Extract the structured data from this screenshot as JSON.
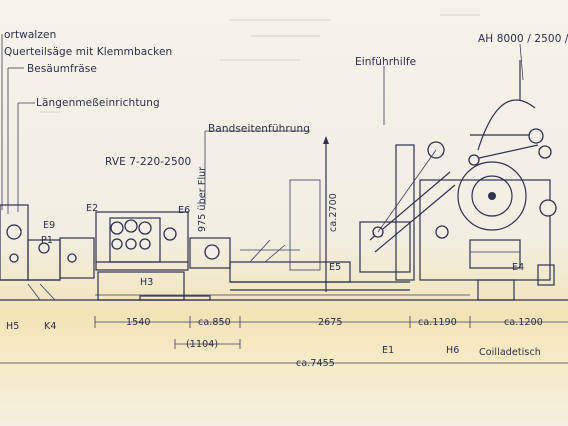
{
  "labels": {
    "l1": "ortwalzen",
    "l2": "Querteilsäge mit Klemmbacken",
    "l3": "Besäumfräse",
    "l4": "Längenmeßeinrichtung",
    "l5": "Bandseitenführung",
    "l6": "RVE 7-220-2500",
    "l7": "Einführhilfe",
    "l8": "AH 8000 / 2500 /",
    "l9": "E9",
    "l10": "P1",
    "l11": "E2",
    "l12": "E6",
    "l13": "975 über Flur",
    "l14": "ca.2700",
    "l15": "E5",
    "l16": "E4",
    "l17": "H3",
    "l18": "H5",
    "l19": "K4",
    "l20": "E1",
    "l21": "H6",
    "l22": "Coilladetisch"
  },
  "dimensions": {
    "d1": "1540",
    "d2": "ca.850",
    "d3": "(1104)",
    "d4": "2675",
    "d5": "ca.1190",
    "d6": "ca.1200",
    "d7": "ca.7455"
  }
}
